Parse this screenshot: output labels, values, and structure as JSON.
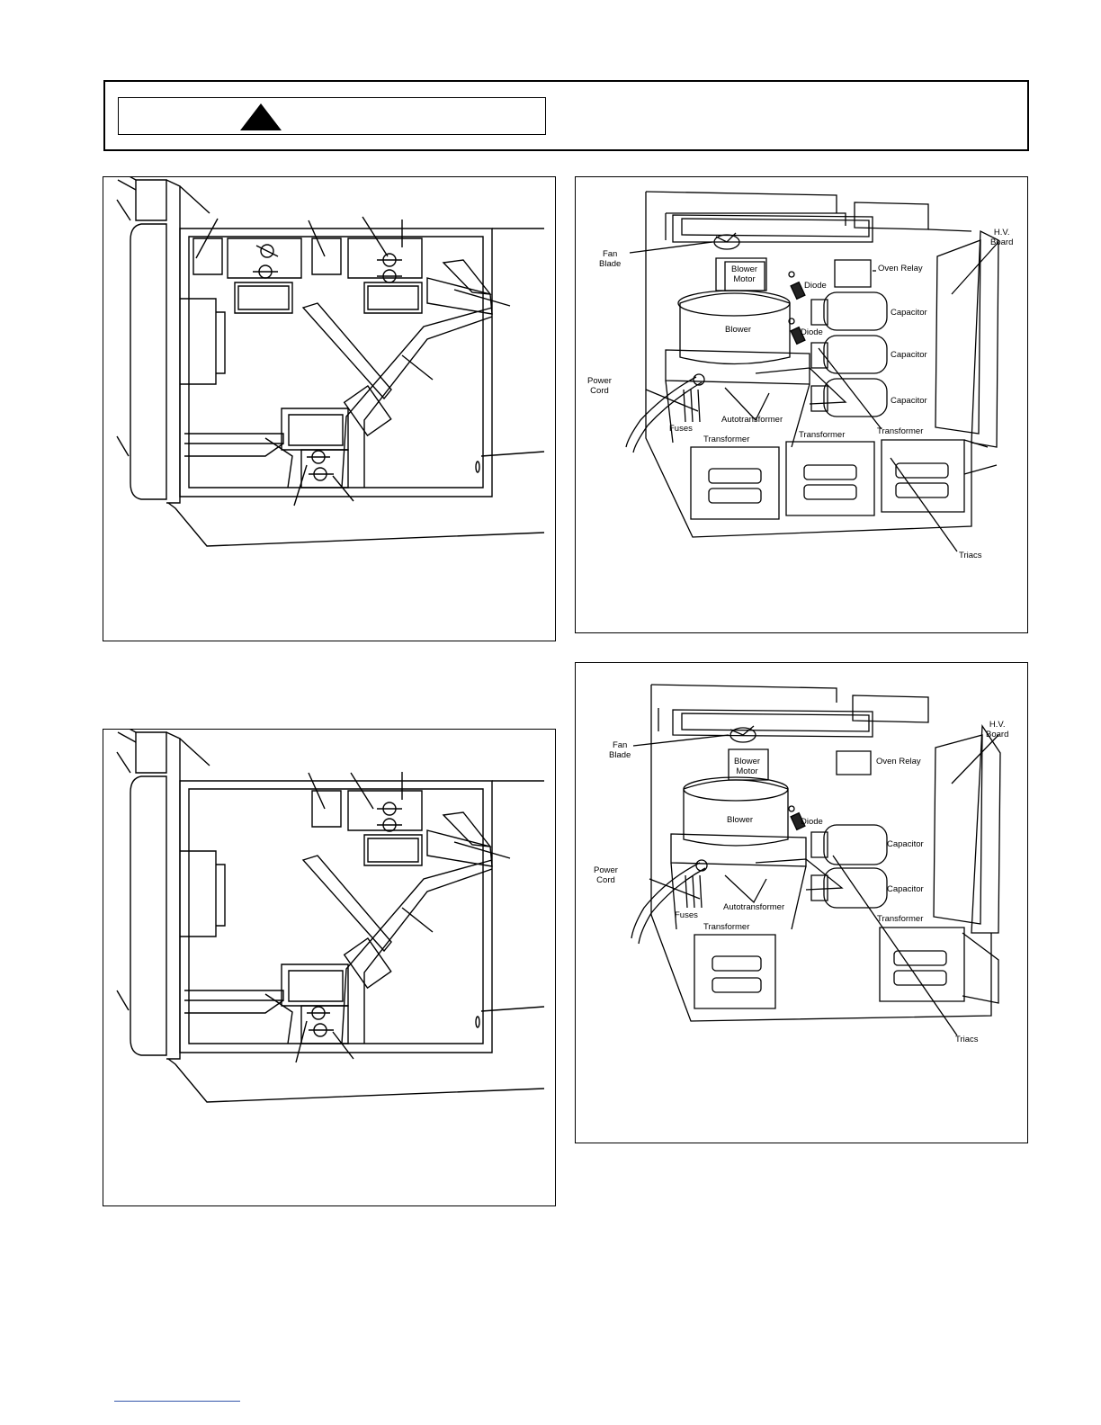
{
  "header": {
    "warning_icon": "warning-triangle-icon"
  },
  "figure_a": {
    "labels": {
      "fan_blade": "Fan\nBlade",
      "blower_motor": "Blower\nMotor",
      "oven_relay": "Oven Relay",
      "hv_board": "H.V.\nBoard",
      "diode_1": "Diode",
      "diode_2": "Diode",
      "blower": "Blower",
      "capacitor_1": "Capacitor",
      "capacitor_2": "Capacitor",
      "capacitor_3": "Capacitor",
      "power_cord": "Power\nCord",
      "fuses": "Fuses",
      "autotransformer": "Autotransformer",
      "transformer_1": "Transformer",
      "transformer_2": "Transformer",
      "transformer_3": "Transformer",
      "triacs": "Triacs"
    }
  },
  "figure_b": {
    "labels": {
      "fan_blade": "Fan\nBlade",
      "blower_motor": "Blower\nMotor",
      "oven_relay": "Oven Relay",
      "hv_board": "H.V.\nBoard",
      "diode": "Diode",
      "blower": "Blower",
      "capacitor_1": "Capacitor",
      "capacitor_2": "Capacitor",
      "power_cord": "Power\nCord",
      "fuses": "Fuses",
      "autotransformer": "Autotransformer",
      "transformer_1": "Transformer",
      "transformer_2": "Transformer",
      "triacs": "Triacs"
    }
  }
}
